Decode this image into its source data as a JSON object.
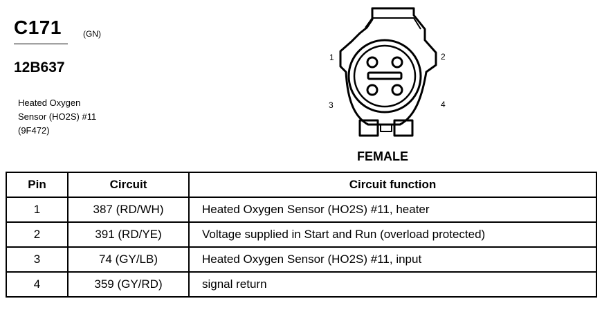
{
  "header": {
    "connector_id": "C171",
    "connector_color": "(GN)",
    "part_number": "12B637",
    "description_lines": [
      "Heated Oxygen",
      "Sensor (HO2S) #11",
      "(9F472)"
    ]
  },
  "diagram": {
    "pin_labels": [
      "1",
      "2",
      "3",
      "4"
    ],
    "gender": "FEMALE"
  },
  "table": {
    "headers": [
      "Pin",
      "Circuit",
      "Circuit function"
    ],
    "rows": [
      {
        "pin": "1",
        "circuit": "387 (RD/WH)",
        "function": "Heated Oxygen Sensor (HO2S) #11, heater"
      },
      {
        "pin": "2",
        "circuit": "391 (RD/YE)",
        "function": "Voltage supplied in Start and Run (overload protected)"
      },
      {
        "pin": "3",
        "circuit": "74 (GY/LB)",
        "function": "Heated Oxygen Sensor (HO2S) #11, input"
      },
      {
        "pin": "4",
        "circuit": "359 (GY/RD)",
        "function": "signal return"
      }
    ]
  }
}
